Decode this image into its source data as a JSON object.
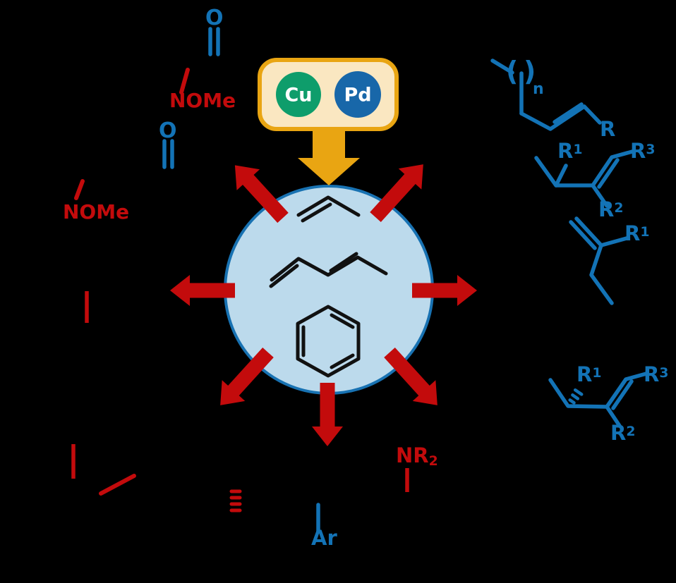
{
  "colors": {
    "background": "#000000",
    "red": "#C30B0C",
    "blue": "#1373B6",
    "orange": "#E9A512",
    "box_fill": "#FAE7C1",
    "green": "#0E9D6B",
    "pd_blue": "#1867A9",
    "circle_fill": "#BCDAEC",
    "circle_stroke": "#1872B2",
    "bond_black": "#111111",
    "white": "#FFFFFF"
  },
  "catalysts": {
    "cu": "Cu",
    "pd": "Pd"
  },
  "central_substrates": [
    "monosubstituted-alkene",
    "1,3-diene",
    "benzene-arene"
  ],
  "texts": {
    "o_top": "O",
    "nome_top": "NOMe",
    "o_mid": "O",
    "nome_mid": "NOMe",
    "paren_open": "(",
    "paren_close": ")",
    "repeat_sub": "n",
    "r": "R",
    "r1_base": "R",
    "r1_sup": "1",
    "r2_base": "R",
    "r2_sup": "2",
    "r3_base": "R",
    "r3_sup": "3",
    "nr2_base": "NR",
    "nr2_sub": "2",
    "ar": "Ar"
  }
}
